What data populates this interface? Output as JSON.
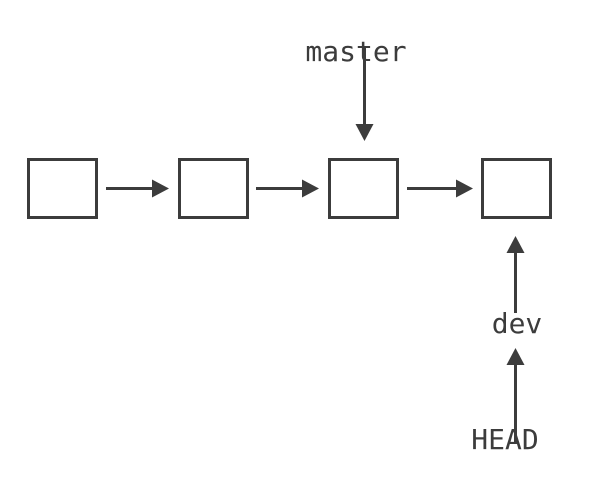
{
  "colors": {
    "ink": "#3c3c3c",
    "background": "#ffffff",
    "node_fill": "#ffffff"
  },
  "diagram": {
    "type": "git-commit-graph",
    "labels": {
      "master": "master",
      "dev": "dev",
      "head": "HEAD"
    },
    "nodes": [
      {
        "id": "commit-1"
      },
      {
        "id": "commit-2"
      },
      {
        "id": "commit-3"
      },
      {
        "id": "commit-4"
      }
    ],
    "edges": [
      {
        "from": "commit-1",
        "to": "commit-2",
        "direction": "right"
      },
      {
        "from": "commit-2",
        "to": "commit-3",
        "direction": "right"
      },
      {
        "from": "commit-3",
        "to": "commit-4",
        "direction": "right"
      },
      {
        "from": "master",
        "to": "commit-3",
        "direction": "down"
      },
      {
        "from": "dev",
        "to": "commit-4",
        "direction": "up"
      },
      {
        "from": "HEAD",
        "to": "dev",
        "direction": "up"
      }
    ]
  }
}
